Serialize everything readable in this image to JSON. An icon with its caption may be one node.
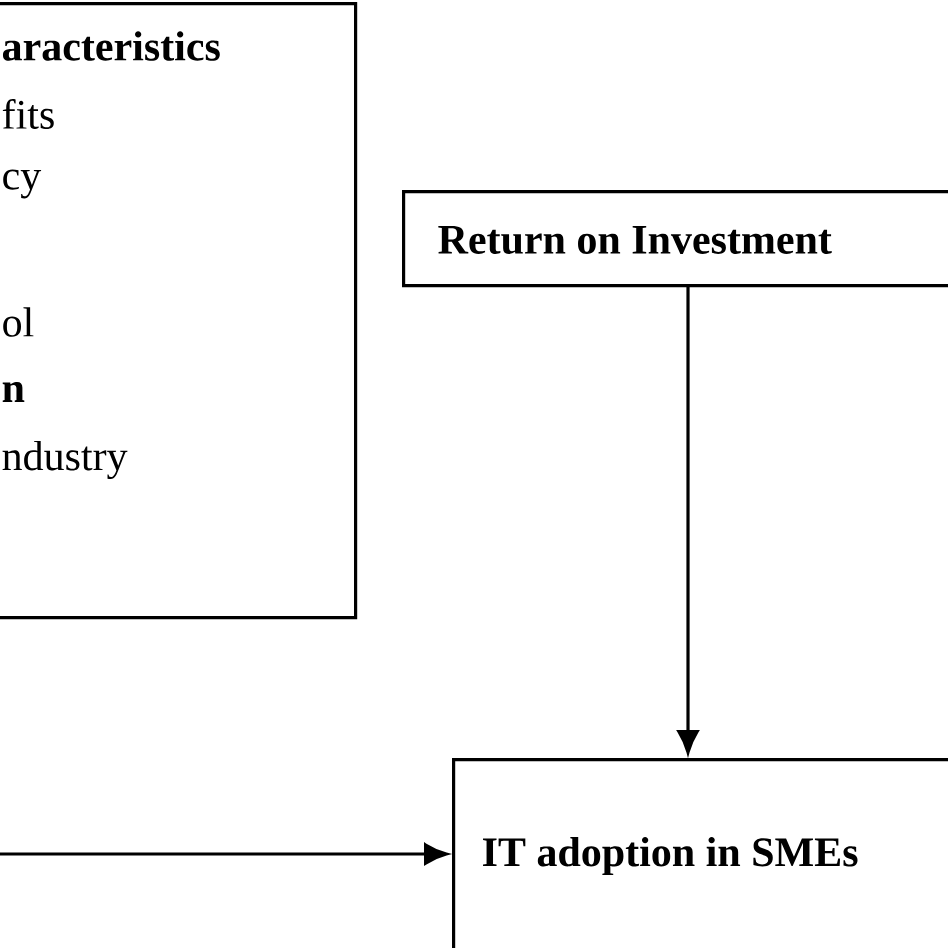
{
  "diagram": {
    "nodes": [
      {
        "text": [
          "aracteristics",
          "fits",
          "cy",
          "ol",
          "n",
          "ndustry"
        ]
      },
      {
        "text": [
          "Return on Investment"
        ]
      },
      {
        "text": [
          "IT adoption in SMEs"
        ]
      }
    ],
    "edges": [
      {
        "from": 1,
        "to": 2,
        "arrow": "to"
      },
      {
        "from": null,
        "to": 2,
        "arrow": "to"
      }
    ]
  }
}
